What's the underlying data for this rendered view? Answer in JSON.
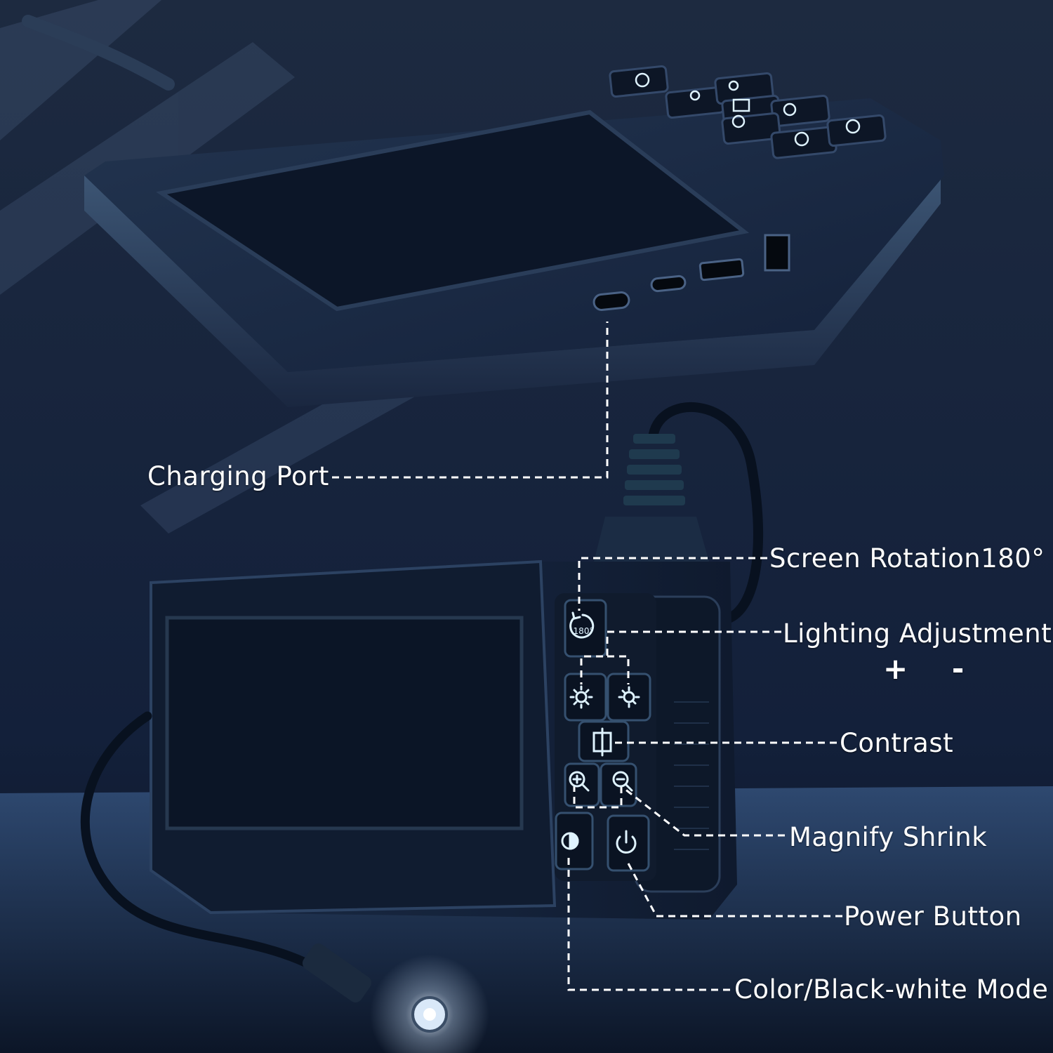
{
  "callouts": {
    "charging_port": "Charging Port",
    "screen_rotation": "Screen Rotation180°",
    "lighting_adjustment": "Lighting Adjustment",
    "lighting_signs": "+ -",
    "contrast": "Contrast",
    "magnify_shrink": "Magnify Shrink",
    "power_button": "Power Button",
    "color_mode": "Color/Black-white Mode"
  },
  "button_labels": {
    "rotation": "180°"
  },
  "icons": [
    "rotate-180-icon",
    "brightness-up-icon",
    "brightness-down-icon",
    "contrast-icon",
    "zoom-in-icon",
    "zoom-out-icon",
    "color-mode-icon",
    "power-icon"
  ],
  "colors": {
    "background": "#0f1a2c",
    "device_body": "#16243a",
    "screen": "#0c1628",
    "icon_glow": "#dff3ff",
    "label_text": "#ffffff",
    "leader_line": "#ffffff"
  }
}
